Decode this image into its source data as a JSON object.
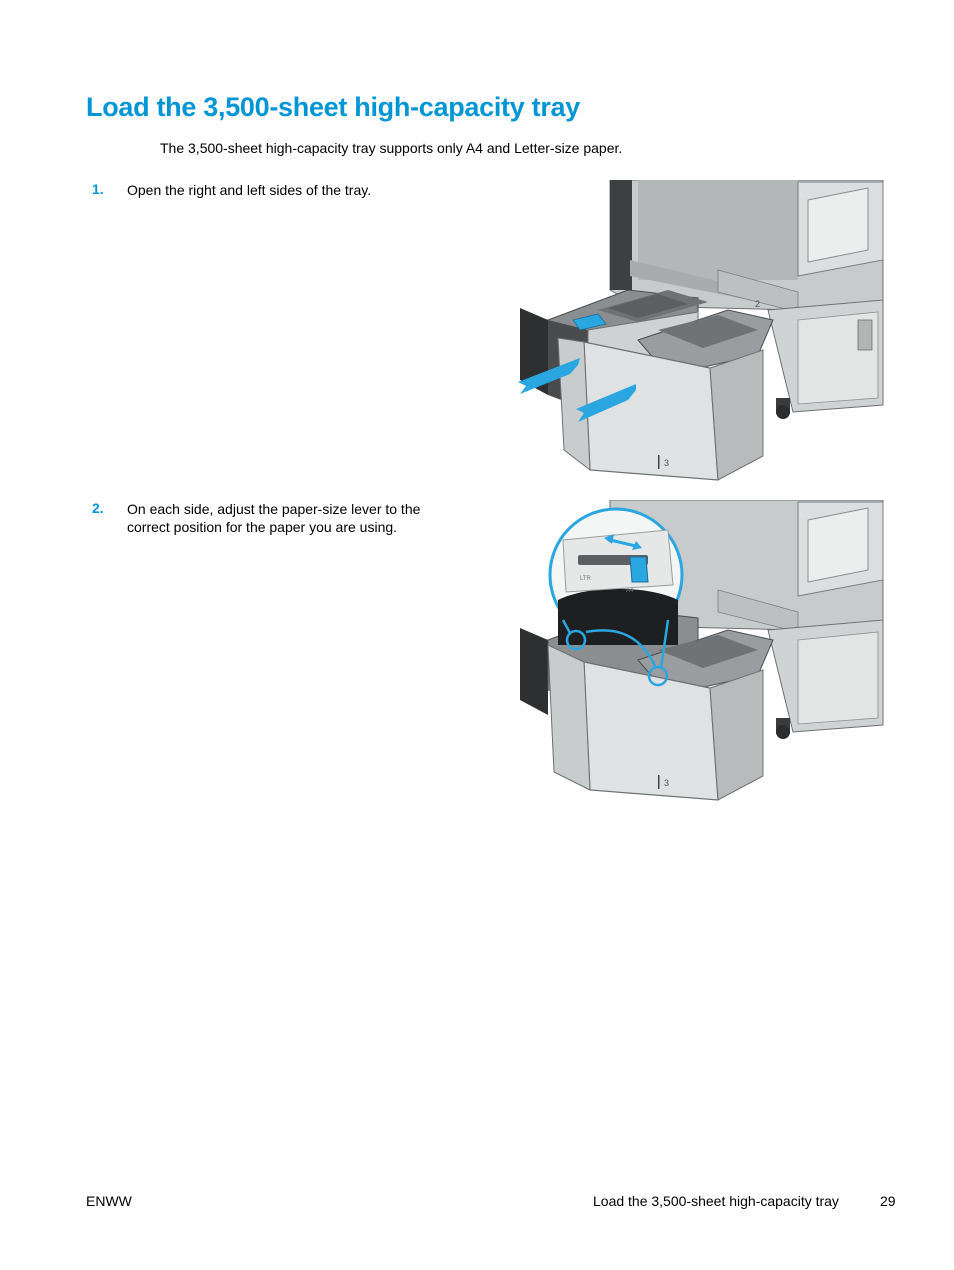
{
  "page": {
    "title": "Load the 3,500-sheet high-capacity tray",
    "intro": "The 3,500-sheet high-capacity tray supports only A4 and Letter-size paper."
  },
  "steps": [
    {
      "number": "1.",
      "text": "Open the right and left sides of the tray."
    },
    {
      "number": "2.",
      "text": "On each side, adjust the paper-size lever to the correct position for the paper you are using."
    }
  ],
  "figures": {
    "tray_number": "3",
    "printer_tray_number": "2",
    "callout_labels": {
      "letter": "LTR",
      "a4": "A4"
    }
  },
  "footer": {
    "left": "ENWW",
    "section": "Load the 3,500-sheet high-capacity tray",
    "page_number": "29"
  },
  "colors": {
    "accent": "#0096d6",
    "arrow": "#2aa6e0"
  }
}
